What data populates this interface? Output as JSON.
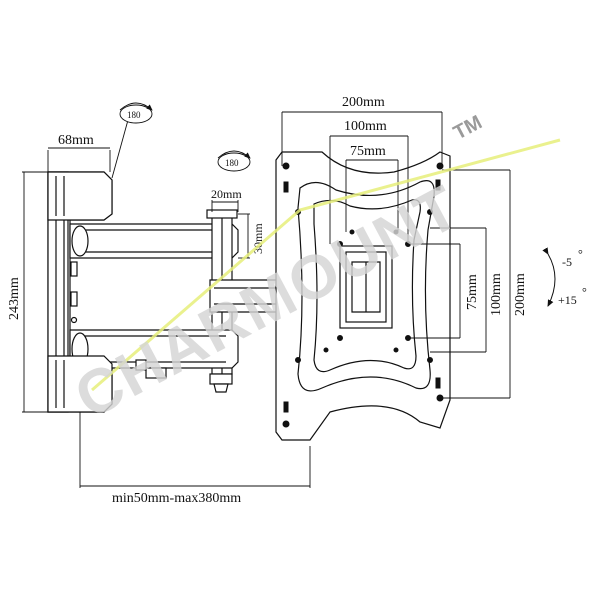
{
  "dimensions": {
    "width_arm": "68mm",
    "bolt_width": "20mm",
    "bolt_height": "30mm",
    "height_total": "243mm",
    "vesa_200_w": "200mm",
    "vesa_100_w": "100mm",
    "vesa_75_w": "75mm",
    "vesa_75_h": "75mm",
    "vesa_100_h": "100mm",
    "vesa_200_h": "200mm",
    "extension_range": "min50mm-max380mm"
  },
  "rotation": {
    "swivel_arm": "180",
    "swivel_plate": "180"
  },
  "tilt": {
    "down": "-5",
    "up": "+15",
    "unit": "°"
  },
  "watermark": {
    "text": "CHARMOUNT",
    "trademark": "TM"
  },
  "colors": {
    "line": "#111111",
    "watermark": "#cfcfcf",
    "accent_line": "#e6ee7a"
  }
}
